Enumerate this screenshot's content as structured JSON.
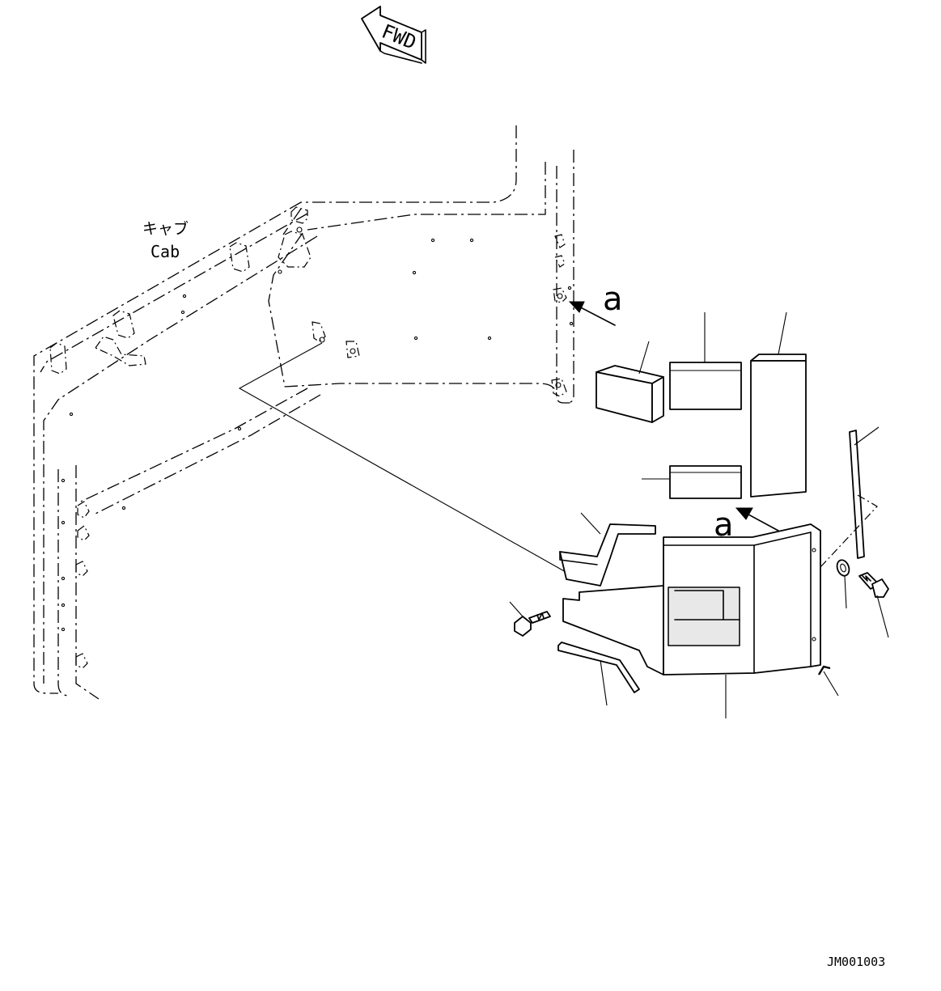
{
  "labels": {
    "fwd": "FWD",
    "cab_jp": "キャブ",
    "cab_en": "Cab",
    "view_a_top": "a",
    "view_a_bottom": "a",
    "drawing_id": "JM001003"
  }
}
